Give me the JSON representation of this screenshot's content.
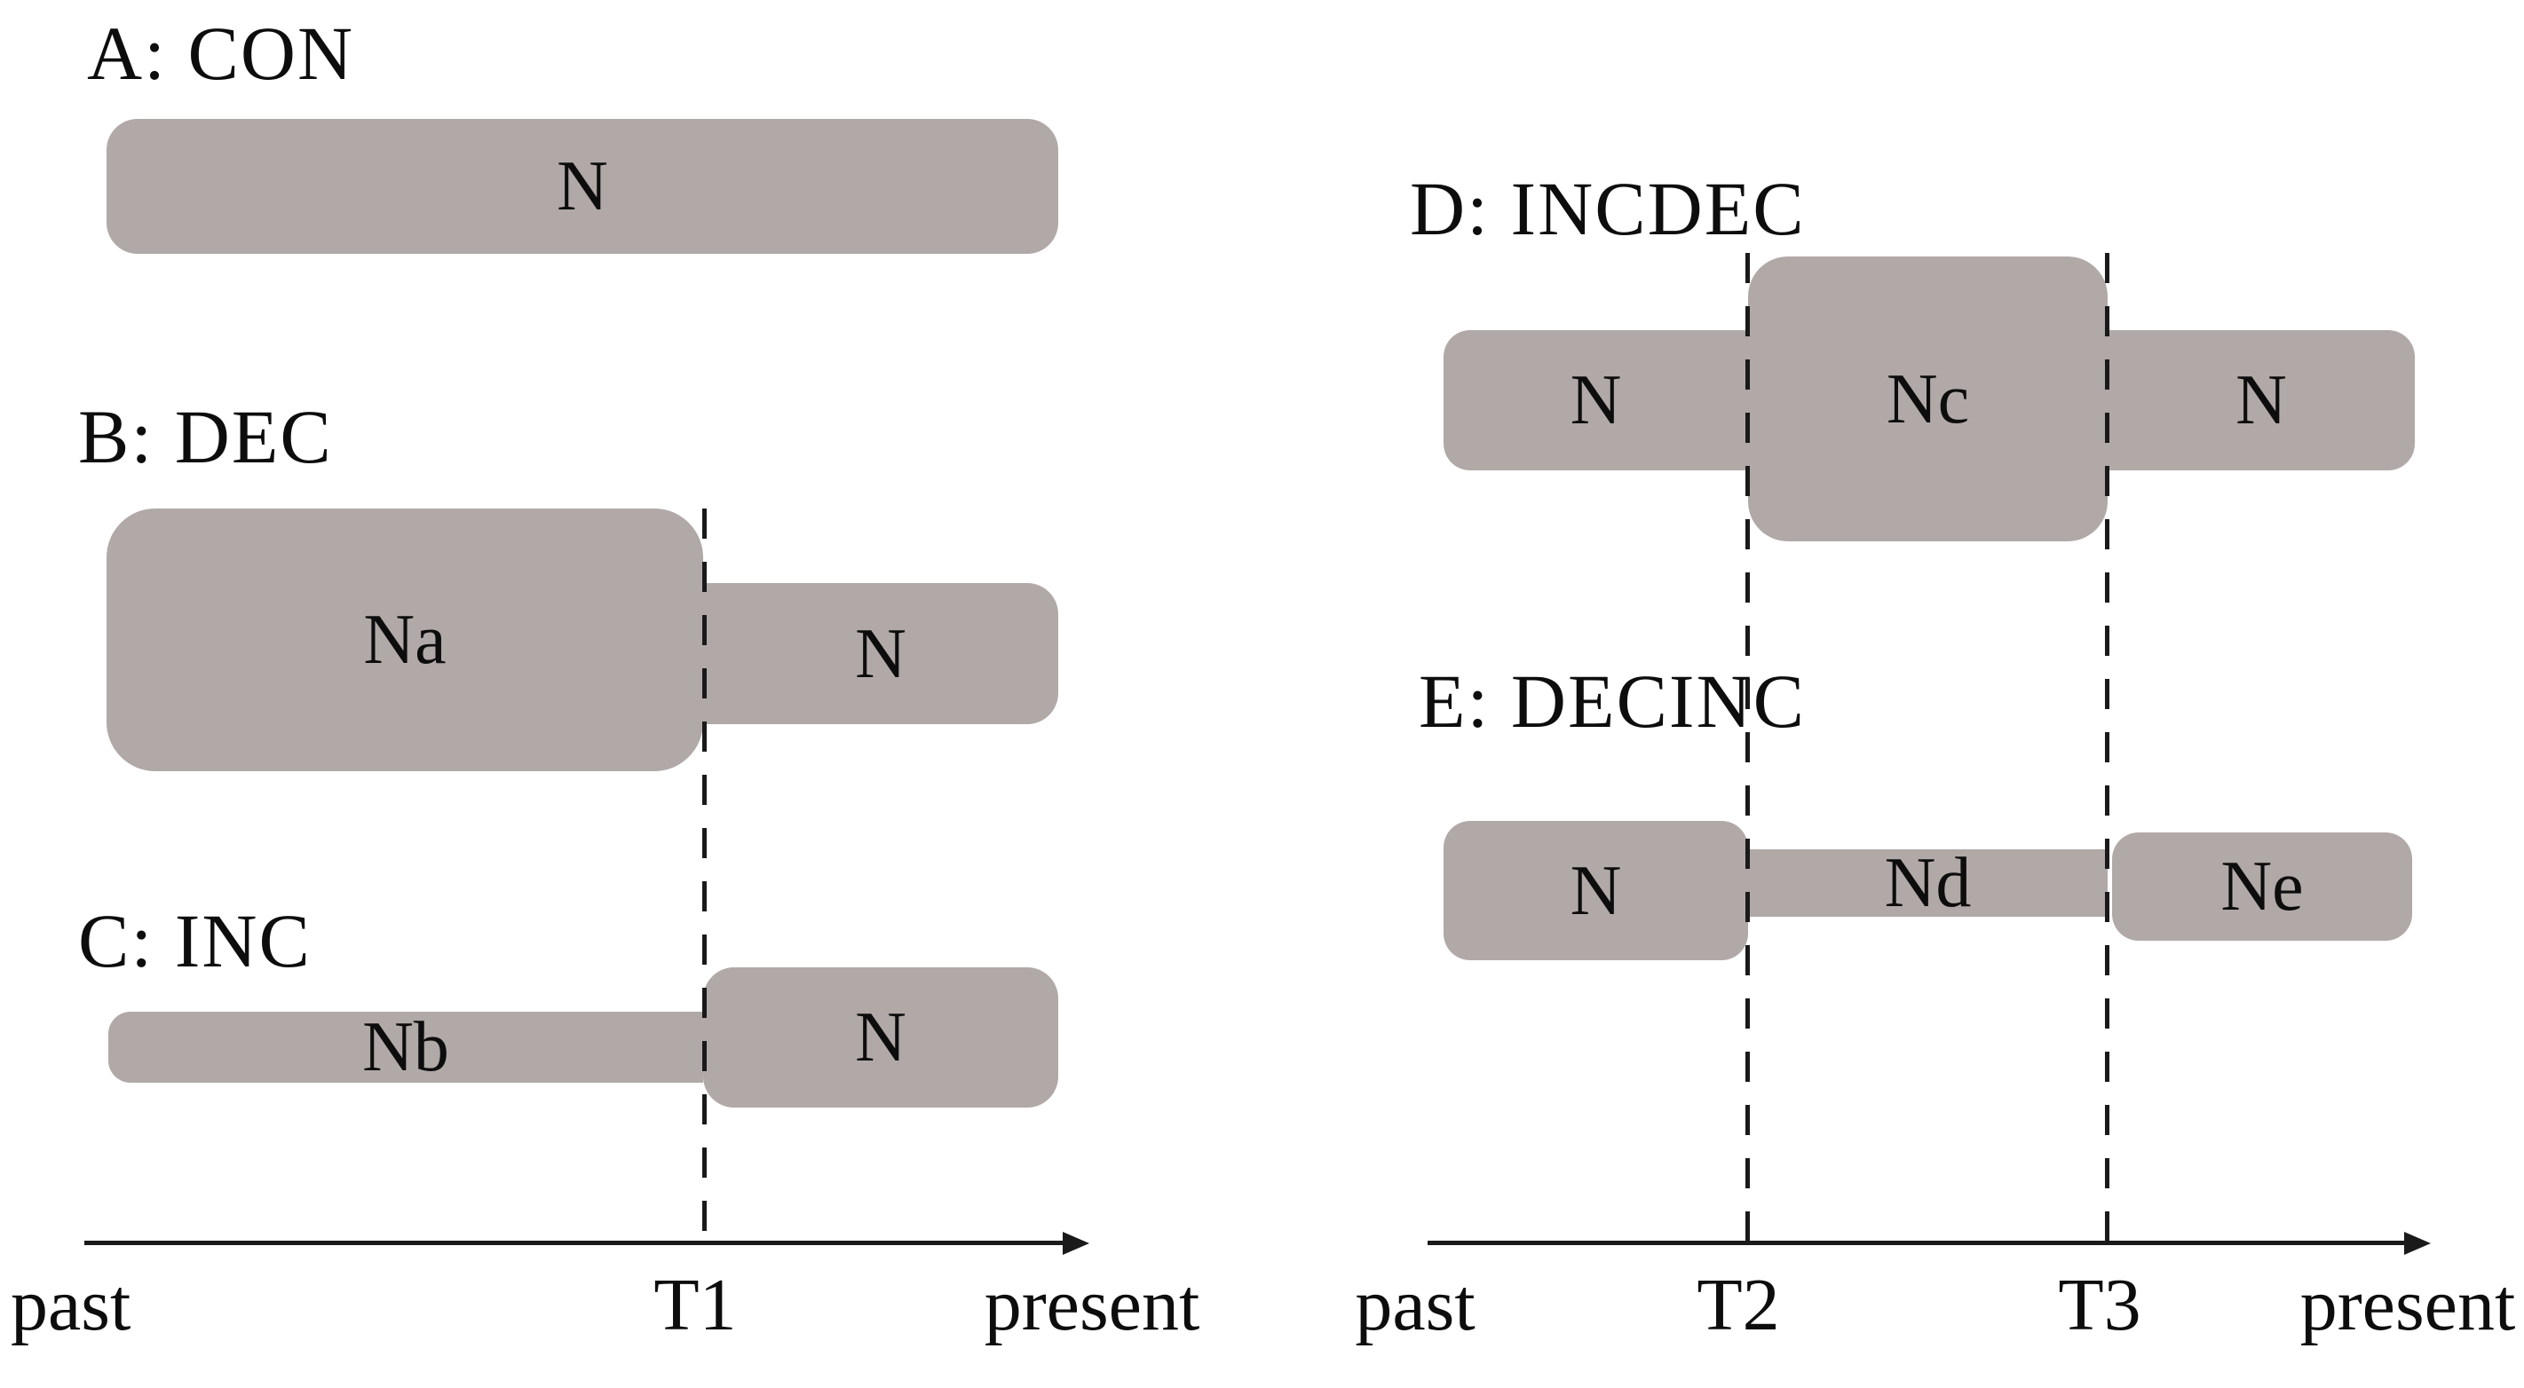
{
  "figure": {
    "panels": {
      "a": {
        "title": "A: CON",
        "bar_n": "N"
      },
      "b": {
        "title": "B: DEC",
        "bar_na": "Na",
        "bar_n": "N"
      },
      "c": {
        "title": "C: INC",
        "bar_nb": "Nb",
        "bar_n": "N"
      },
      "d": {
        "title": "D: INCDEC",
        "bar_n1": "N",
        "bar_nc": "Nc",
        "bar_n2": "N"
      },
      "e": {
        "title": "E: DECINC",
        "bar_n": "N",
        "bar_nd": "Nd",
        "bar_ne": "Ne"
      }
    },
    "axis_left": {
      "past": "past",
      "t1": "T1",
      "present": "present"
    },
    "axis_right": {
      "past": "past",
      "t2": "T2",
      "t3": "T3",
      "present": "present"
    },
    "colors": {
      "bar_fill": "#b1a9a7",
      "line": "#1a1a1a",
      "background": "#ffffff"
    }
  }
}
